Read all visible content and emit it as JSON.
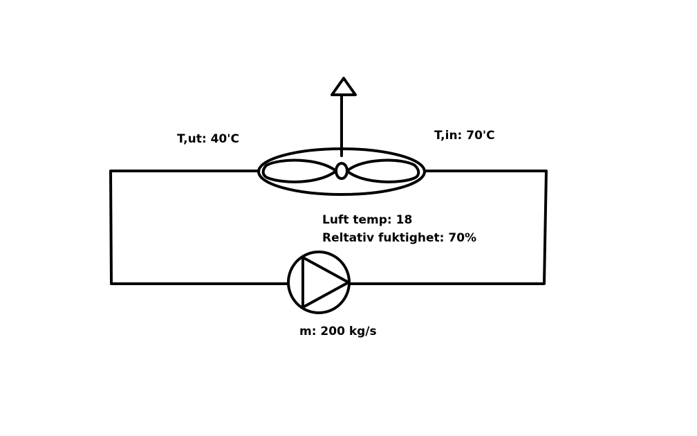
{
  "labels": {
    "t_out": "T,ut: 40'C",
    "t_in": "T,in: 70'C",
    "air_temp": "Luft temp: 18",
    "humidity": "Reltativ fuktighet: 70%",
    "mass_flow": "m: 200 kg/s"
  },
  "colors": {
    "line": "#000000",
    "background": "#ffffff"
  },
  "icons": {
    "fan": "fan-icon",
    "pump": "pump-icon",
    "exhaust": "arrow-up-icon"
  }
}
